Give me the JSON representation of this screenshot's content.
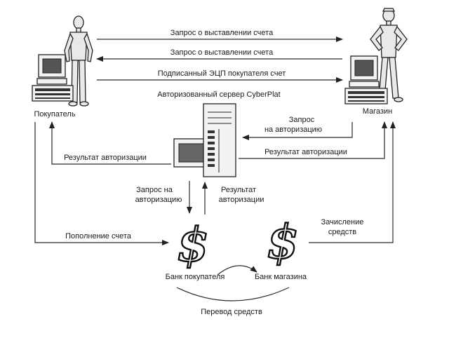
{
  "nodes": {
    "buyer": "Покупатель",
    "shop": "Магазин",
    "server": "Авторизованный сервер CyberPlat",
    "buyer_bank": "Банк покупателя",
    "shop_bank": "Банк магазина",
    "dollar_glyph": "$"
  },
  "flows": {
    "invoice_request_1": "Запрос о выставлении счета",
    "invoice_request_2": "Запрос о выставлении счета",
    "signed_invoice": "Подписанный ЭЦП покупателя счет",
    "shop_auth_request_line1": "Запрос",
    "shop_auth_request_line2": "на авторизацию",
    "shop_auth_result": "Результат авторизации",
    "buyer_auth_result": "Результат авторизации",
    "bank_auth_request_line1": "Запрос на",
    "bank_auth_request_line2": "авторизацию",
    "bank_auth_result_line1": "Результат",
    "bank_auth_result_line2": "авторизации",
    "account_topup": "Пополнение счета",
    "crediting_line1": "Зачисление",
    "crediting_line2": "средств",
    "funds_transfer": "Перевод средств"
  }
}
